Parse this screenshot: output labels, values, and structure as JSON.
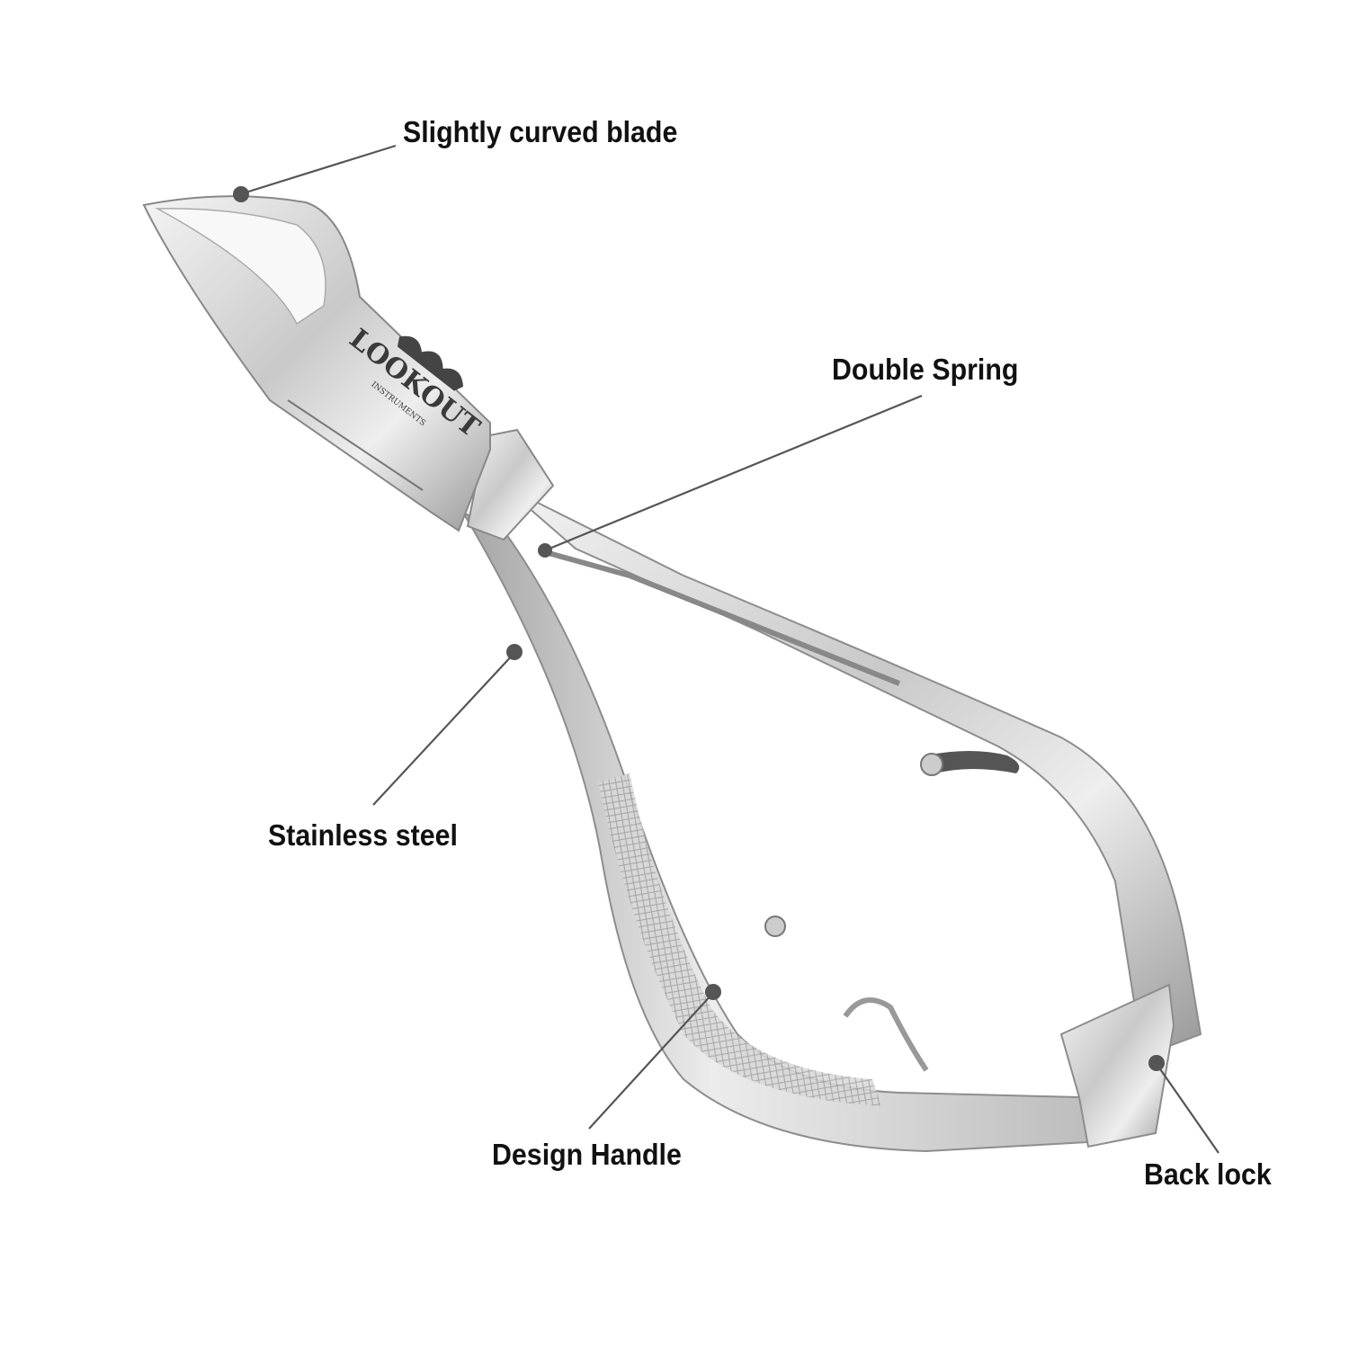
{
  "title": "Nail nipper features",
  "product": {
    "logo_text": "LOOKOUT",
    "logo_subtext": "INSTRUMENTS"
  },
  "callouts": [
    {
      "id": "blade",
      "label": "Slightly curved blade"
    },
    {
      "id": "spring",
      "label": "Double Spring"
    },
    {
      "id": "steel",
      "label": "Stainless steel"
    },
    {
      "id": "handle",
      "label": "Design Handle"
    },
    {
      "id": "lock",
      "label": "Back lock"
    }
  ],
  "colors": {
    "leader_line": "#555555",
    "text": "#111111",
    "metal_light": "#f2f2f2",
    "metal_dark": "#8a8a8a"
  }
}
